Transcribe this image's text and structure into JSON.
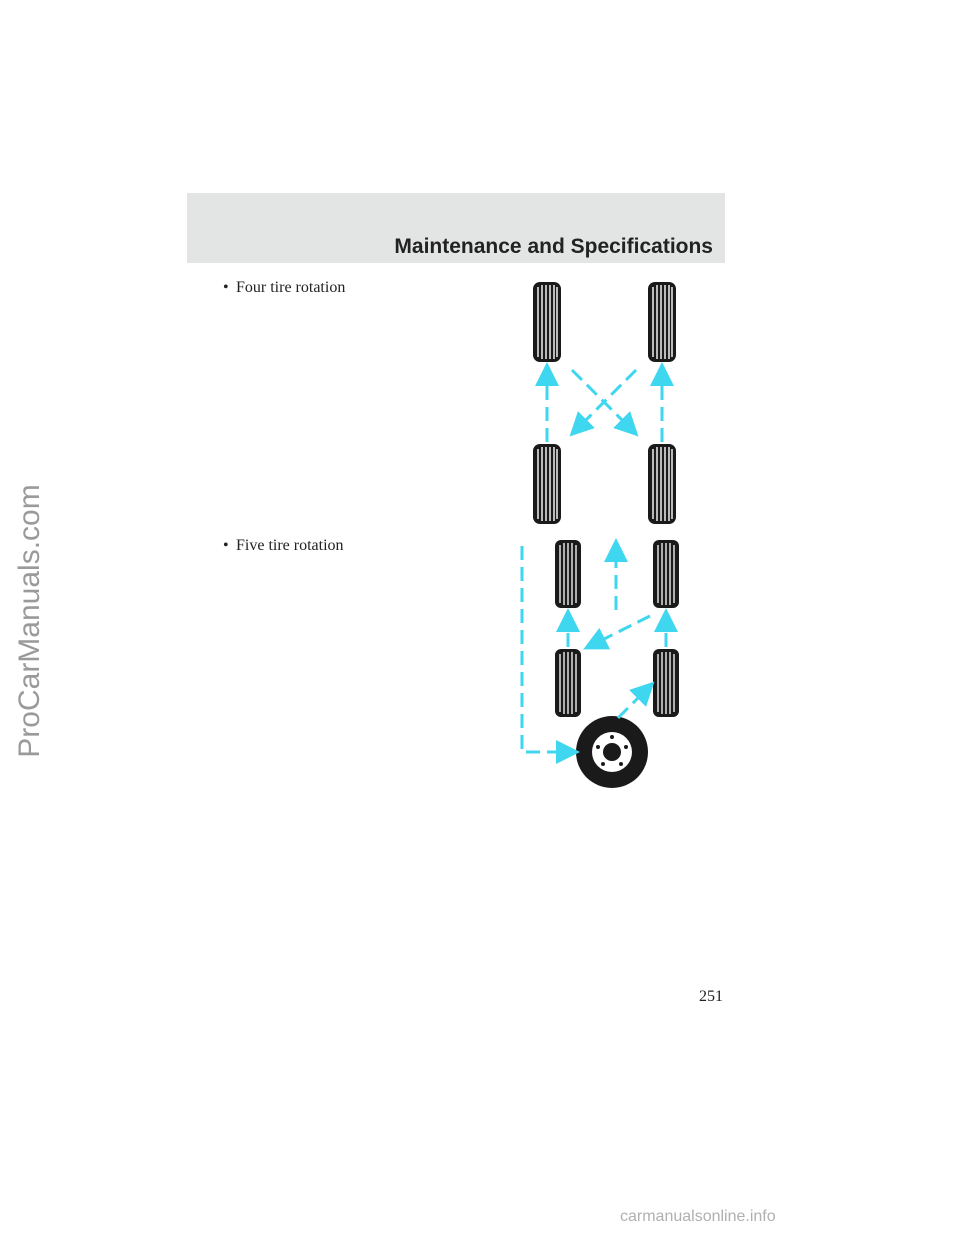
{
  "header": {
    "section_title": "Maintenance and Specifications"
  },
  "items": [
    {
      "bullet": "•",
      "label": "Four tire rotation"
    },
    {
      "bullet": "•",
      "label": "Five tire rotation"
    }
  ],
  "diagram_colors": {
    "arrow": "#3fd6ef",
    "tire": "#1a1a1a",
    "tread": "#ffffff"
  },
  "page_number": "251",
  "watermarks": {
    "side": "ProCarManuals.com",
    "footer": "carmanualsonline.info"
  }
}
